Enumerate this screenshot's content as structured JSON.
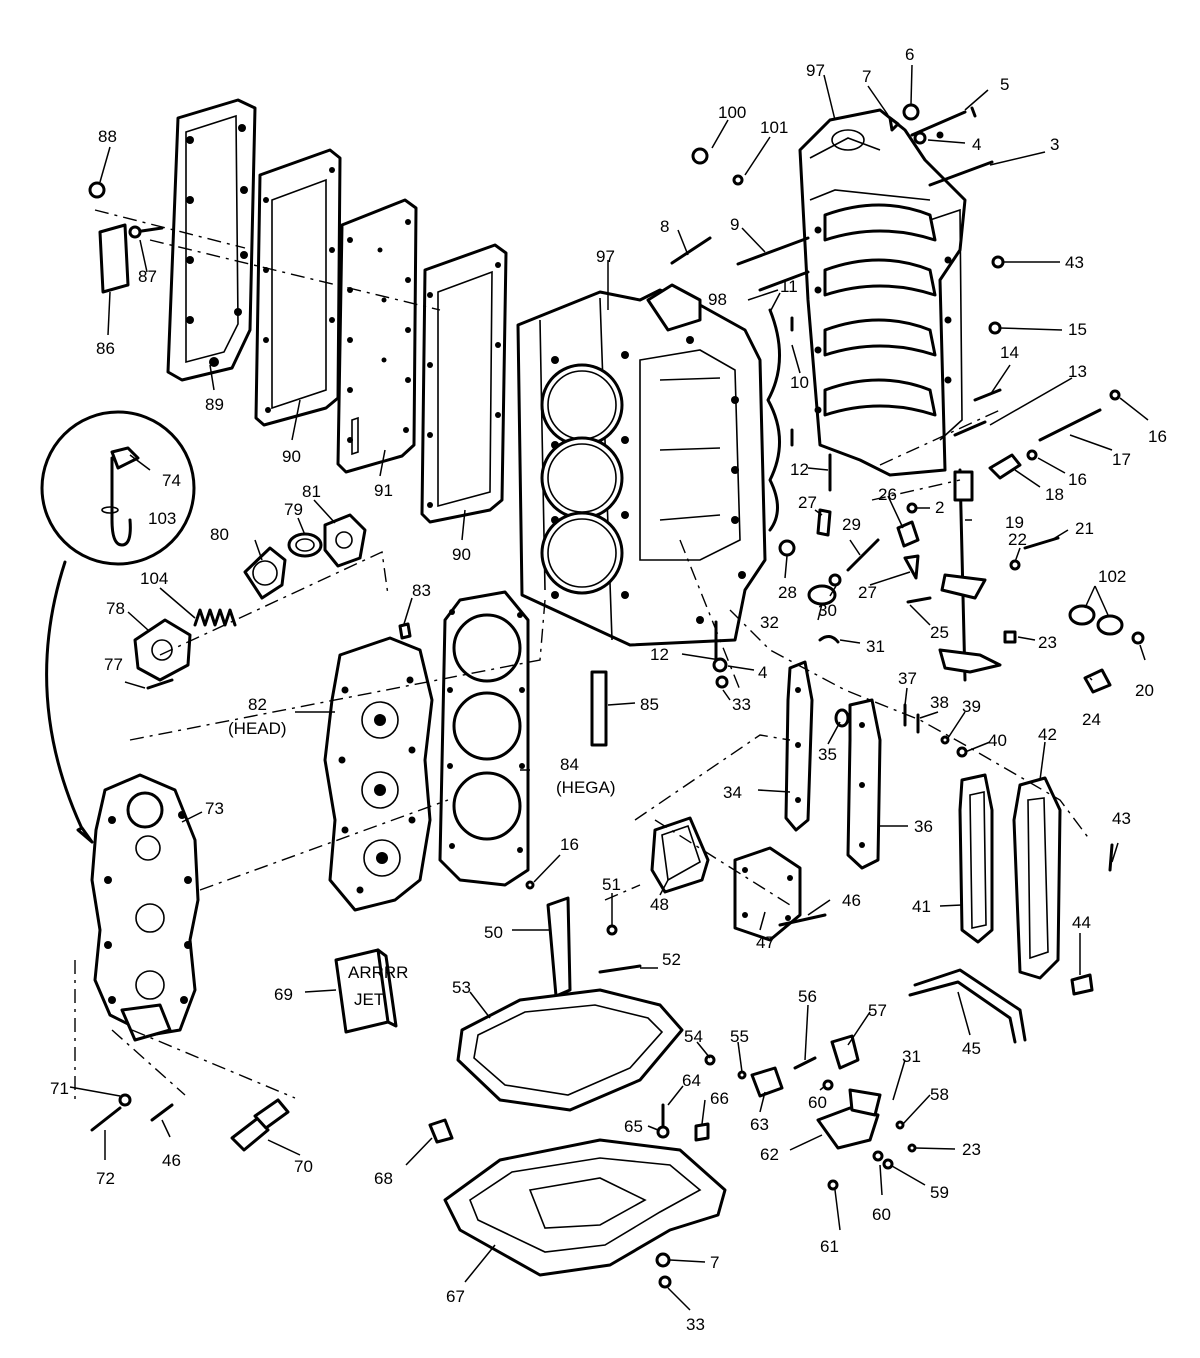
{
  "labels": {
    "l6": "6",
    "l97a": "97",
    "l7a": "7",
    "l5": "5",
    "l100": "100",
    "l101": "101",
    "l4a": "4",
    "l3": "3",
    "l88": "88",
    "l8": "8",
    "l9": "9",
    "l97b": "97",
    "l43a": "43",
    "l87": "87",
    "l98": "98",
    "l11": "11",
    "l15": "15",
    "l86": "86",
    "l89": "89",
    "l10": "10",
    "l14": "14",
    "l13": "13",
    "l90a": "90",
    "l91": "91",
    "l16a": "16",
    "l16b": "16",
    "l17": "17",
    "l74": "74",
    "l12a": "12",
    "l18": "18",
    "l26": "26",
    "l2": "2",
    "l81": "81",
    "l103": "103",
    "l79": "79",
    "l90b": "90",
    "l27a": "27",
    "l19": "19",
    "l21": "21",
    "l80": "80",
    "l29": "29",
    "l22": "22",
    "l28": "28",
    "l27b": "27",
    "l102": "102",
    "l104": "104",
    "l83": "83",
    "l78": "78",
    "l30": "30",
    "l32": "32",
    "l25": "25",
    "l31a": "31",
    "l23a": "23",
    "l77": "77",
    "l12b": "12",
    "l4b": "4",
    "l20": "20",
    "l33a": "33",
    "l37": "37",
    "l24": "24",
    "l82": "82",
    "l82s": "(HEAD)",
    "l85": "85",
    "l38": "38",
    "l39": "39",
    "l35": "35",
    "l40": "40",
    "l84": "84",
    "l84s": "(HEGA)",
    "l42": "42",
    "l34": "34",
    "l73": "73",
    "l36": "36",
    "l43b": "43",
    "l16c": "16",
    "l51": "51",
    "l46a": "46",
    "l48": "48",
    "l41": "41",
    "l44": "44",
    "l50": "50",
    "l47": "47",
    "l52": "52",
    "l69": "69",
    "l53": "53",
    "l56": "56",
    "l57": "57",
    "l45": "45",
    "l54": "54",
    "l55": "55",
    "l31b": "31",
    "l64": "64",
    "l60a": "60",
    "l58": "58",
    "l71": "71",
    "l65": "65",
    "l66": "66",
    "l63": "63",
    "l62": "62",
    "l23b": "23",
    "l46b": "46",
    "l60b": "60",
    "l59": "59",
    "l72": "72",
    "l70": "70",
    "l68": "68",
    "l61": "61",
    "l7b": "7",
    "l67": "67",
    "l33b": "33"
  },
  "sticker": {
    "line1": "ARRRR",
    "line2": "JET"
  }
}
